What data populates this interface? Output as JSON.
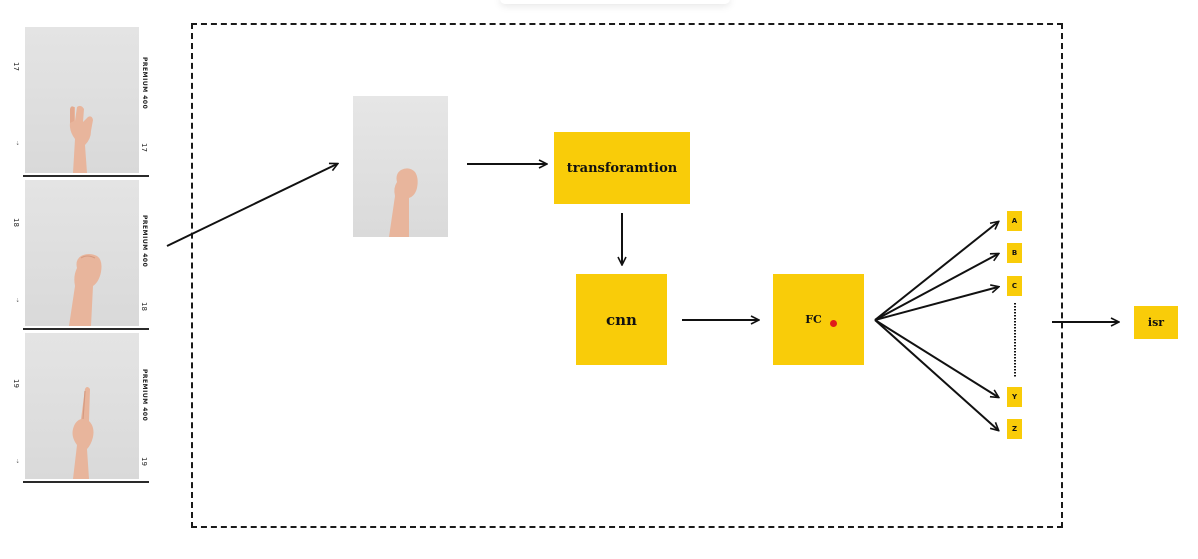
{
  "film_strip": [
    {
      "frame_number": "17",
      "film_label": "PREMIUM 400",
      "side_number": "17"
    },
    {
      "frame_number": "18",
      "film_label": "PREMIUM 400",
      "side_number": "18"
    },
    {
      "frame_number": "19",
      "film_label": "PREMIUM 400",
      "side_number": "19"
    }
  ],
  "pipeline": {
    "transform_label": "transforamtion",
    "cnn_label": "cnn",
    "fc_label": "FC",
    "output_label": "isr"
  },
  "classes": [
    "A",
    "B",
    "C",
    "Y",
    "Z"
  ],
  "colors": {
    "box_fill": "#f9cc09",
    "dot": "#e01b1b",
    "arrow": "#111111"
  },
  "icons": {
    "hand_gestures": [
      "hand-pinky-icon",
      "hand-fist-icon",
      "hand-crossed-fingers-icon"
    ]
  }
}
